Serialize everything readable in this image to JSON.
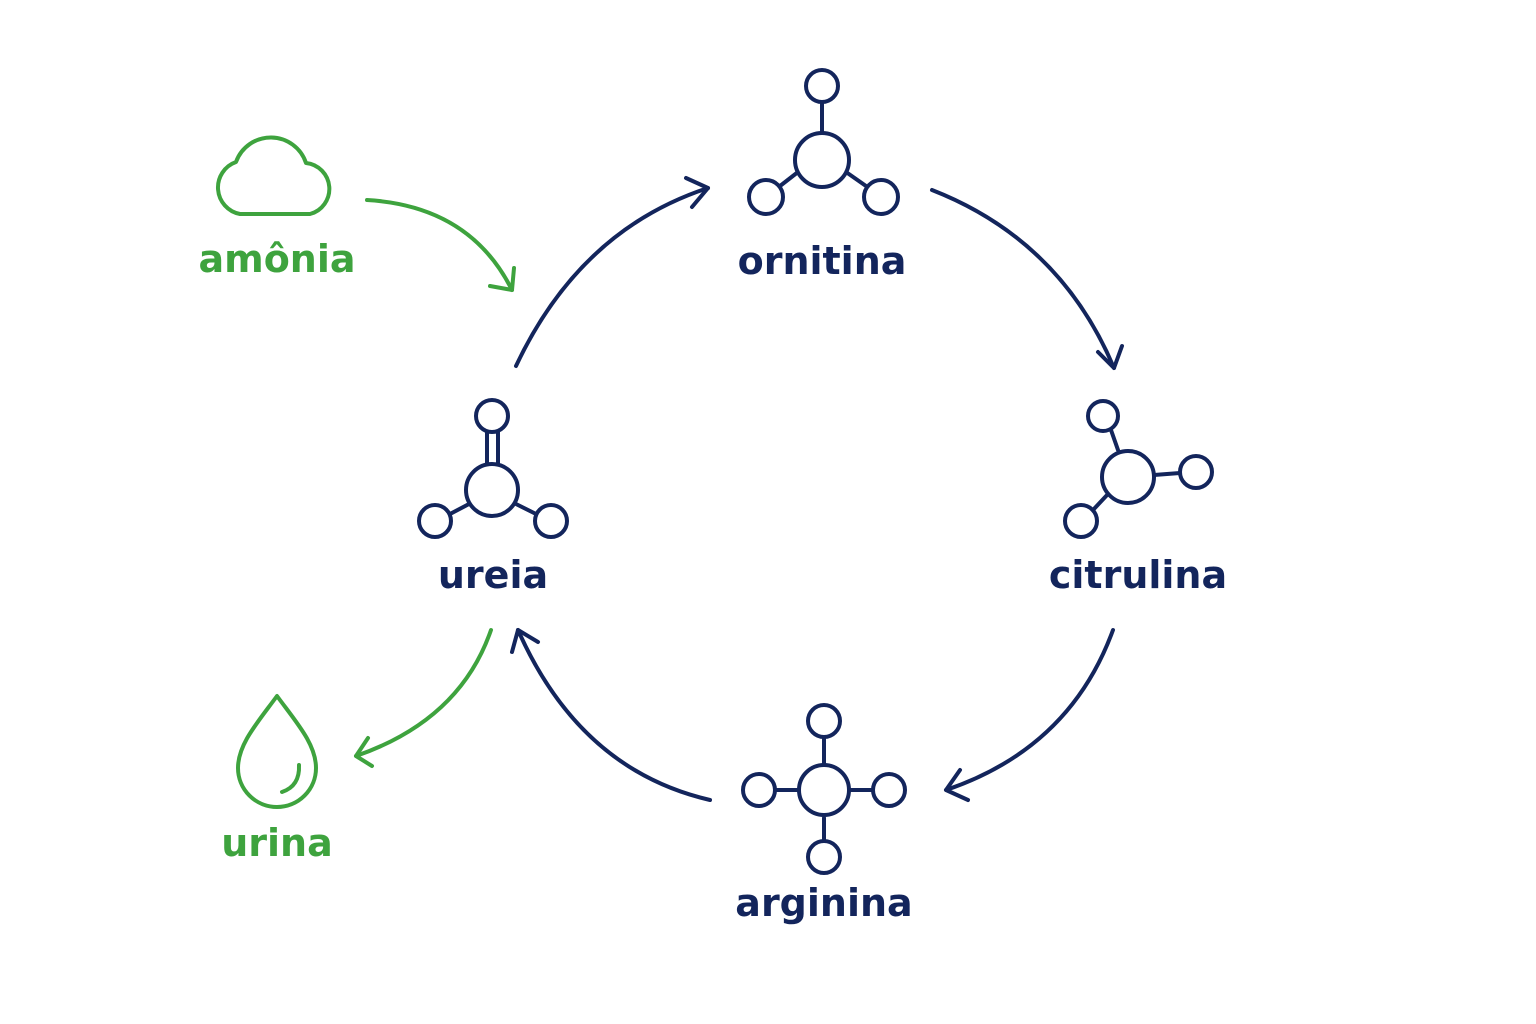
{
  "colors": {
    "cycle": "#13255c",
    "external": "#3ea33e",
    "background": "#ffffff"
  },
  "nodes": {
    "ornitina": {
      "label": "ornitina",
      "icon": "molecule-icon"
    },
    "citrulina": {
      "label": "citrulina",
      "icon": "molecule-icon"
    },
    "arginina": {
      "label": "arginina",
      "icon": "molecule-icon"
    },
    "ureia": {
      "label": "ureia",
      "icon": "molecule-icon"
    },
    "amonia": {
      "label": "amônia",
      "icon": "cloud-icon"
    },
    "urina": {
      "label": "urina",
      "icon": "droplet-icon"
    }
  },
  "edges": [
    {
      "from": "ureia",
      "to": "ornitina"
    },
    {
      "from": "ornitina",
      "to": "citrulina"
    },
    {
      "from": "citrulina",
      "to": "arginina"
    },
    {
      "from": "arginina",
      "to": "ureia"
    },
    {
      "from": "amonia",
      "to": "cycle"
    },
    {
      "from": "ureia",
      "to": "urina"
    }
  ]
}
